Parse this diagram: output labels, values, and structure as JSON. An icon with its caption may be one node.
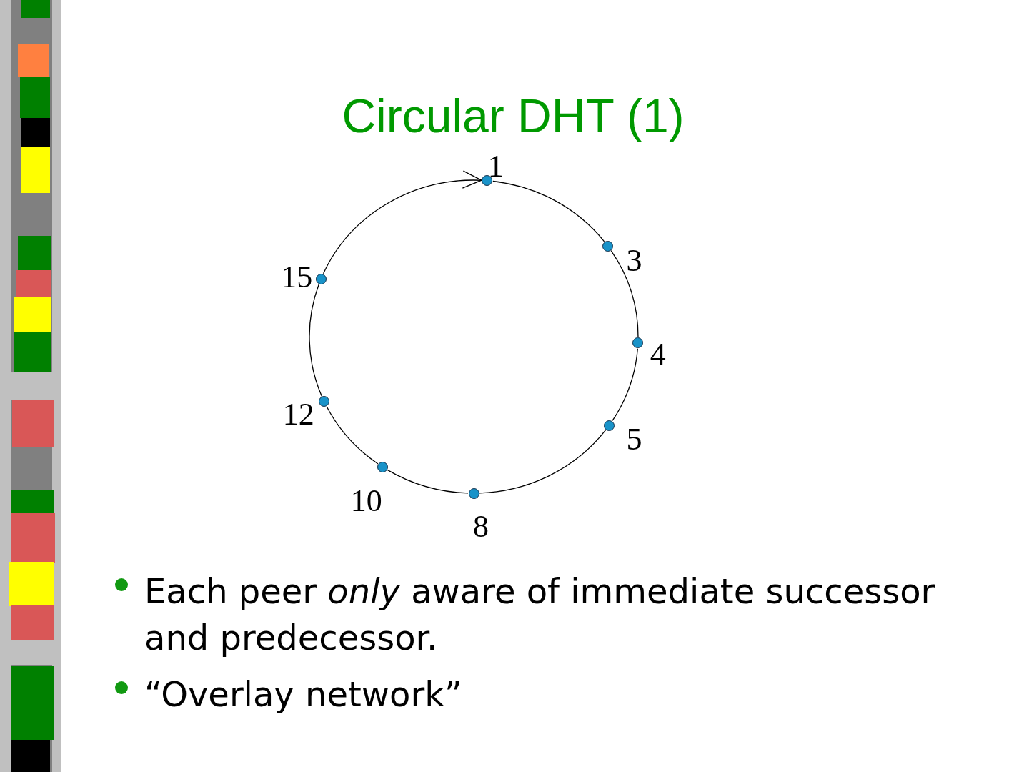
{
  "diagram": {
    "title": "Circular DHT (1)",
    "nodes": [
      {
        "text": [],
        "shape": "circle",
        "beside": [
          "1"
        ]
      },
      {
        "text": [],
        "shape": "circle",
        "beside": [
          "3"
        ]
      },
      {
        "text": [],
        "shape": "circle",
        "beside": [
          "4"
        ]
      },
      {
        "text": [],
        "shape": "circle",
        "beside": [
          "5"
        ]
      },
      {
        "text": [],
        "shape": "circle",
        "beside": [
          "8"
        ]
      },
      {
        "text": [],
        "shape": "circle",
        "beside": [
          "10"
        ]
      },
      {
        "text": [],
        "shape": "circle",
        "beside": [
          "12"
        ]
      },
      {
        "text": [],
        "shape": "circle",
        "beside": [
          "15"
        ]
      }
    ],
    "edges": [
      {
        "from": 0,
        "to": 1,
        "arrow": "none"
      },
      {
        "from": 1,
        "to": 2,
        "arrow": "none"
      },
      {
        "from": 2,
        "to": 3,
        "arrow": "none"
      },
      {
        "from": 3,
        "to": 4,
        "arrow": "none"
      },
      {
        "from": 4,
        "to": 5,
        "arrow": "none"
      },
      {
        "from": 5,
        "to": 6,
        "arrow": "none"
      },
      {
        "from": 6,
        "to": 7,
        "arrow": "none"
      },
      {
        "from": 7,
        "to": 0,
        "arrow": "to"
      }
    ],
    "labels": [
      "Each peer *only* aware of immediate successor and predecessor.",
      "“Overlay network”"
    ]
  }
}
